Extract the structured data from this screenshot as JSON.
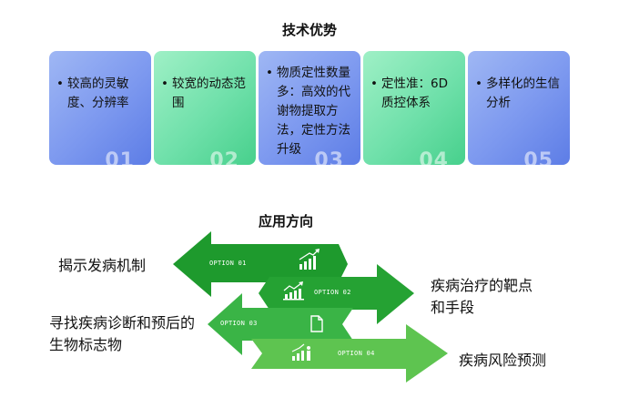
{
  "section1": {
    "title": "技术优势",
    "cards": [
      {
        "text": "较高的灵敏度、分辨率",
        "number": "01",
        "style": "blue"
      },
      {
        "text": "较宽的动态范围",
        "number": "02",
        "style": "green"
      },
      {
        "text": "物质定性数量多：高效的代谢物提取方法，定性方法升级",
        "number": "03",
        "style": "blue"
      },
      {
        "text": "定性准：6D质控体系",
        "number": "04",
        "style": "green"
      },
      {
        "text": "多样化的生信分析",
        "number": "05",
        "style": "blue"
      }
    ]
  },
  "section2": {
    "title": "应用方向",
    "items": [
      {
        "option": "OPTION 01",
        "label": "揭示发病机制",
        "icon": "bar-chart-growth-icon"
      },
      {
        "option": "OPTION 02",
        "label": "疾病治疗的靶点和手段",
        "icon": "trend-chart-icon"
      },
      {
        "option": "OPTION 03",
        "label": "寻找疾病诊断和预后的生物标志物",
        "icon": "document-icon"
      },
      {
        "option": "OPTION 04",
        "label": "疾病风险预测",
        "icon": "person-growth-icon"
      }
    ]
  },
  "colors": {
    "arrow_dark": "#1e9a2d",
    "arrow_mid": "#2fae3a",
    "arrow_light": "#5ec450",
    "card_blue": "#7c98ef",
    "card_green": "#6fe0aa"
  }
}
